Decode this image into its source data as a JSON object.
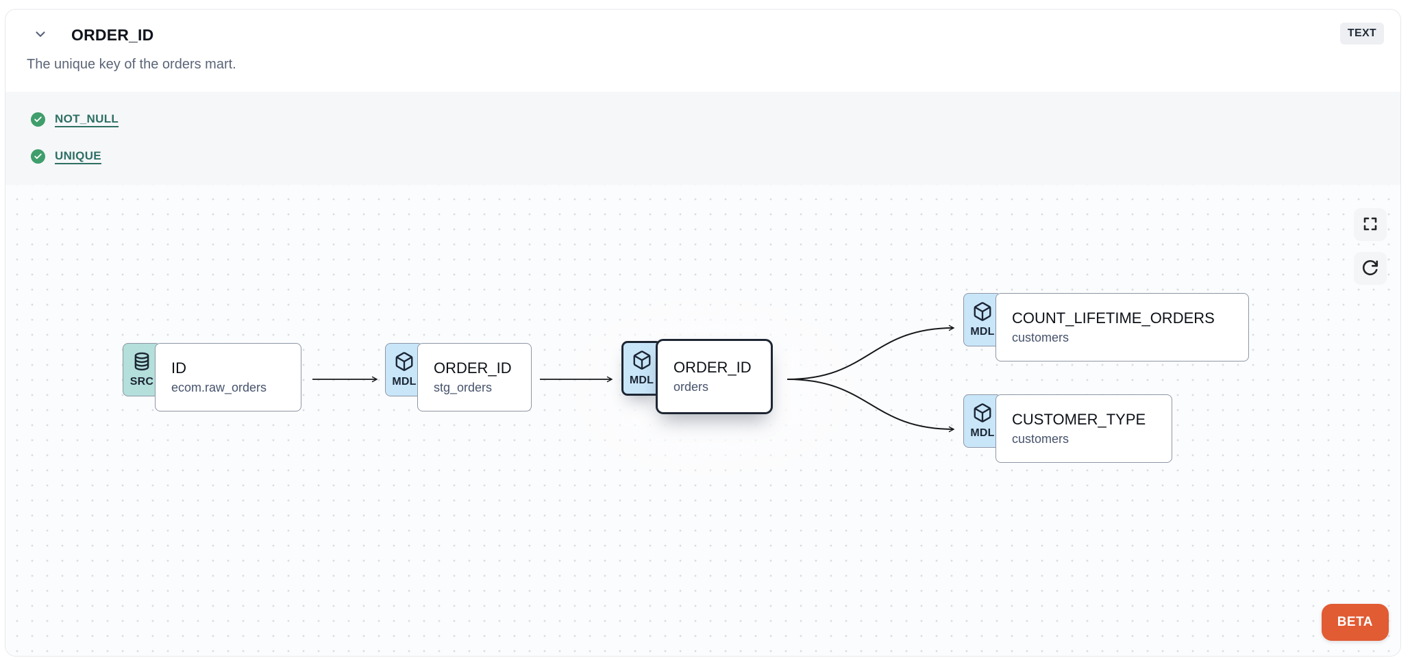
{
  "header": {
    "title": "ORDER_ID",
    "description": "The unique key of the orders mart.",
    "type_badge": "TEXT"
  },
  "tests": {
    "items": [
      {
        "label": "NOT_NULL",
        "status": "pass"
      },
      {
        "label": "UNIQUE",
        "status": "pass"
      }
    ]
  },
  "lineage": {
    "nodes": [
      {
        "id": "id_raw",
        "type": "SRC",
        "icon": "database-icon",
        "title": "ID",
        "subtitle": "ecom.raw_orders",
        "selected": false
      },
      {
        "id": "order_id_stg",
        "type": "MDL",
        "icon": "cube-icon",
        "title": "ORDER_ID",
        "subtitle": "stg_orders",
        "selected": false
      },
      {
        "id": "order_id_orders",
        "type": "MDL",
        "icon": "cube-icon",
        "title": "ORDER_ID",
        "subtitle": "orders",
        "selected": true
      },
      {
        "id": "count_lifetime_orders",
        "type": "MDL",
        "icon": "cube-icon",
        "title": "COUNT_LIFETIME_ORDERS",
        "subtitle": "customers",
        "selected": false
      },
      {
        "id": "customer_type",
        "type": "MDL",
        "icon": "cube-icon",
        "title": "CUSTOMER_TYPE",
        "subtitle": "customers",
        "selected": false
      }
    ],
    "edges": [
      {
        "from": "id_raw",
        "to": "order_id_stg"
      },
      {
        "from": "order_id_stg",
        "to": "order_id_orders"
      },
      {
        "from": "order_id_orders",
        "to": "count_lifetime_orders"
      },
      {
        "from": "order_id_orders",
        "to": "customer_type"
      }
    ],
    "beta_label": "BETA"
  },
  "colors": {
    "test_pass_green": "#3f9e6b",
    "test_link_teal": "#2d6f64",
    "src_badge_bg": "#b4dfda",
    "mdl_badge_bg": "#c9e6f9",
    "selected_border": "#1e2633",
    "edge_stroke": "#15171a",
    "beta_orange": "#e15b33",
    "canvas_bg": "#fbfcfd"
  }
}
